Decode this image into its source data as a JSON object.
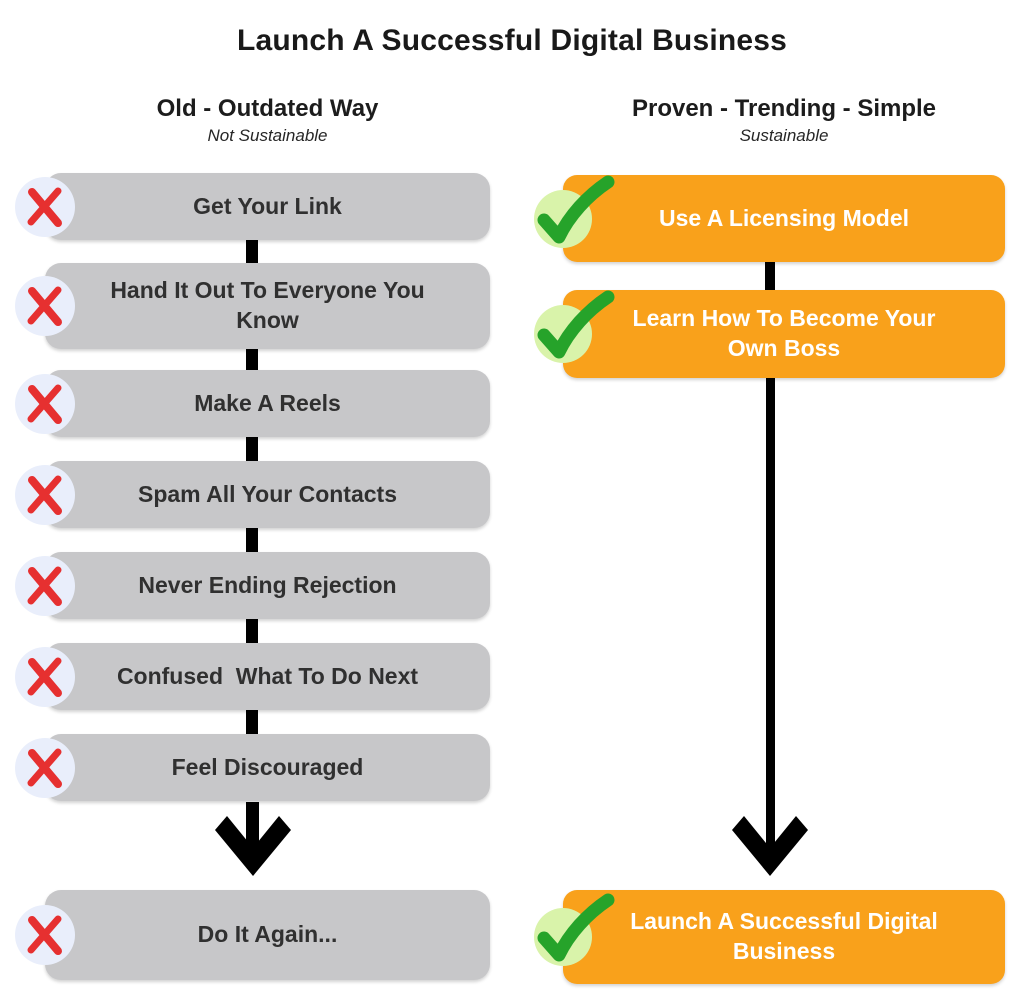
{
  "title": "Launch A Successful Digital Business",
  "columns": {
    "old": {
      "header": "Old - Outdated Way",
      "subheader": "Not Sustainable",
      "icon": "red-x",
      "steps": [
        "Get Your Link",
        "Hand It Out To Everyone You\nKnow",
        "Make A Reels",
        "Spam All Your Contacts",
        "Never Ending Rejection",
        "Confused  What To Do Next",
        "Feel Discouraged"
      ],
      "result": "Do It Again..."
    },
    "new": {
      "header": "Proven - Trending - Simple",
      "subheader": "Sustainable",
      "icon": "green-check",
      "steps": [
        "Use A Licensing Model",
        "Learn How To Become Your\nOwn Boss"
      ],
      "result": "Launch A Successful Digital\nBusiness"
    }
  },
  "colors": {
    "old_step_bg": "#c7c7c9",
    "old_step_text": "#303030",
    "new_step_bg": "#f9a11b",
    "new_step_text": "#ffffff",
    "x_icon_red": "#e63030",
    "x_circle_bg": "#e9eefb",
    "check_icon_green": "#26a32a",
    "check_circle_bg": "#d9f3aa",
    "arrow_black": "#000000"
  }
}
